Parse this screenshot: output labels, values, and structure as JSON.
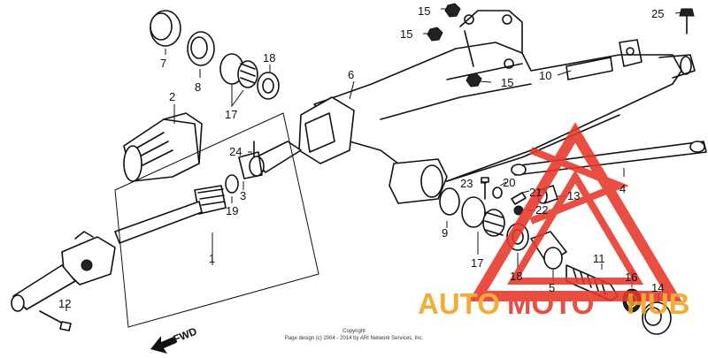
{
  "callouts": {
    "c1": "1",
    "c2": "2",
    "c3": "3",
    "c4": "4",
    "c5": "5",
    "c6": "6",
    "c7": "7",
    "c8": "8",
    "c9": "9",
    "c10": "10",
    "c11": "11",
    "c12": "12",
    "c13": "13",
    "c14": "14",
    "c15a": "15",
    "c15b": "15",
    "c15c": "15",
    "c16": "16",
    "c17a": "17",
    "c17b": "17",
    "c18a": "18",
    "c18b": "18",
    "c19": "19",
    "c20": "20",
    "c21": "21",
    "c22": "22",
    "c23": "23",
    "c24": "24",
    "c25": "25"
  },
  "direction_label": "FWD",
  "copyright": {
    "line1": "Copyright",
    "line2": "Page design (c) 2004 - 2014 by ARI Network Services, Inc."
  },
  "watermark": {
    "part1": "AUTO",
    "part2": "MOTO",
    "part3": "HUB"
  },
  "colors": {
    "line": "#111111",
    "watermark_orange": "#f2a21b",
    "watermark_red": "#e8362a"
  }
}
